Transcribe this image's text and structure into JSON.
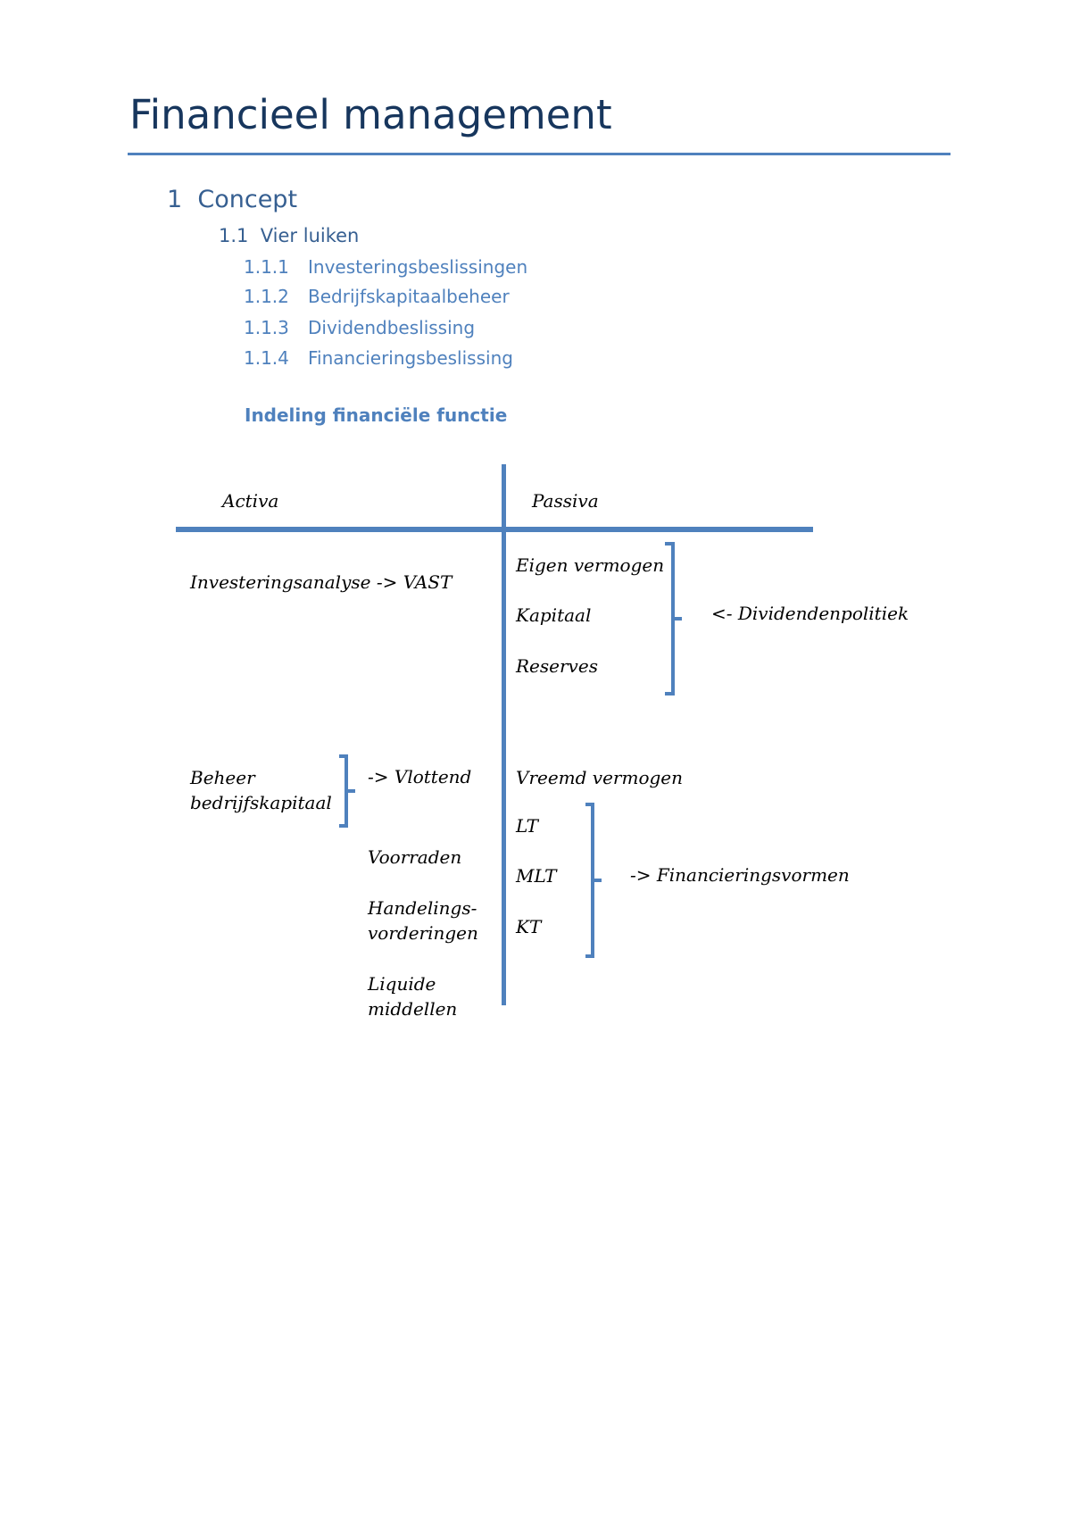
{
  "title": "Financieel management",
  "headings": {
    "h1": {
      "number": "1",
      "text": "Concept"
    },
    "h2": {
      "number": "1.1",
      "text": "Vier luiken"
    },
    "h3": [
      {
        "number": "1.1.1",
        "text": "Investeringsbeslissingen"
      },
      {
        "number": "1.1.2",
        "text": "Bedrijfskapitaalbeheer"
      },
      {
        "number": "1.1.3",
        "text": "Dividendbeslissing"
      },
      {
        "number": "1.1.4",
        "text": "Financieringsbeslissing"
      }
    ],
    "h4": "Indeling financiële functie"
  },
  "diagram": {
    "left_header": "Activa",
    "right_header": "Passiva",
    "activa": {
      "investment": "Investeringsanalyse -> VAST",
      "beheer_line1": "Beheer",
      "beheer_line2": "bedrijfskapitaal",
      "vlottend": "-> Vlottend",
      "voorraden": "Voorraden",
      "handelings_line1": "Handelings-",
      "handelings_line2": "vorderingen",
      "liquide_line1": "Liquide",
      "liquide_line2": "middellen"
    },
    "passiva": {
      "eigen_vermogen": "Eigen vermogen",
      "kapitaal": "Kapitaal",
      "reserves": "Reserves",
      "dividendenpolitiek": "<- Dividendenpolitiek",
      "vreemd_vermogen": "Vreemd vermogen",
      "lt": "LT",
      "mlt": "MLT",
      "kt": "KT",
      "financieringsvormen": "-> Financieringsvormen"
    }
  },
  "colors": {
    "title": "#17365D",
    "heading": "#365F91",
    "subheading": "#4F81BD",
    "accent": "#4F81BD"
  }
}
